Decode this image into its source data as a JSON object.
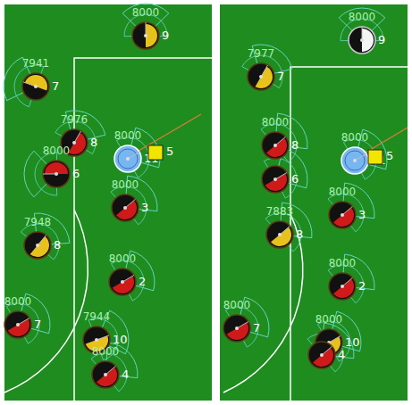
{
  "diagram": {
    "nodes": [
      {
        "text": [
          "8000",
          "9"
        ]
      },
      {
        "text": [
          "7941",
          "7"
        ]
      },
      {
        "text": [
          "7976",
          "8"
        ]
      },
      {
        "text": [
          "8000",
          "6"
        ]
      },
      {
        "text": [
          "8000",
          "11"
        ]
      },
      {
        "text": [
          "5"
        ]
      },
      {
        "text": [
          "8000",
          "3"
        ]
      },
      {
        "text": [
          "7948",
          "8"
        ]
      },
      {
        "text": [
          "8000",
          "2"
        ]
      },
      {
        "text": [
          "8000",
          "7"
        ]
      },
      {
        "text": [
          "7944",
          "10"
        ]
      },
      {
        "text": [
          "8000",
          "4"
        ]
      },
      {
        "text": [
          "8000",
          "9"
        ]
      },
      {
        "text": [
          "7977",
          "7"
        ]
      },
      {
        "text": [
          "8000",
          "8"
        ]
      },
      {
        "text": [
          "6"
        ]
      },
      {
        "text": [
          "8000",
          "11"
        ]
      },
      {
        "text": [
          "5"
        ]
      },
      {
        "text": [
          "8000",
          "3"
        ]
      },
      {
        "text": [
          "7883",
          "8"
        ]
      },
      {
        "text": [
          "8000",
          "2"
        ]
      },
      {
        "text": [
          "8000",
          "7"
        ]
      },
      {
        "text": [
          "8000",
          "10"
        ]
      },
      {
        "text": [
          "4"
        ]
      }
    ]
  }
}
